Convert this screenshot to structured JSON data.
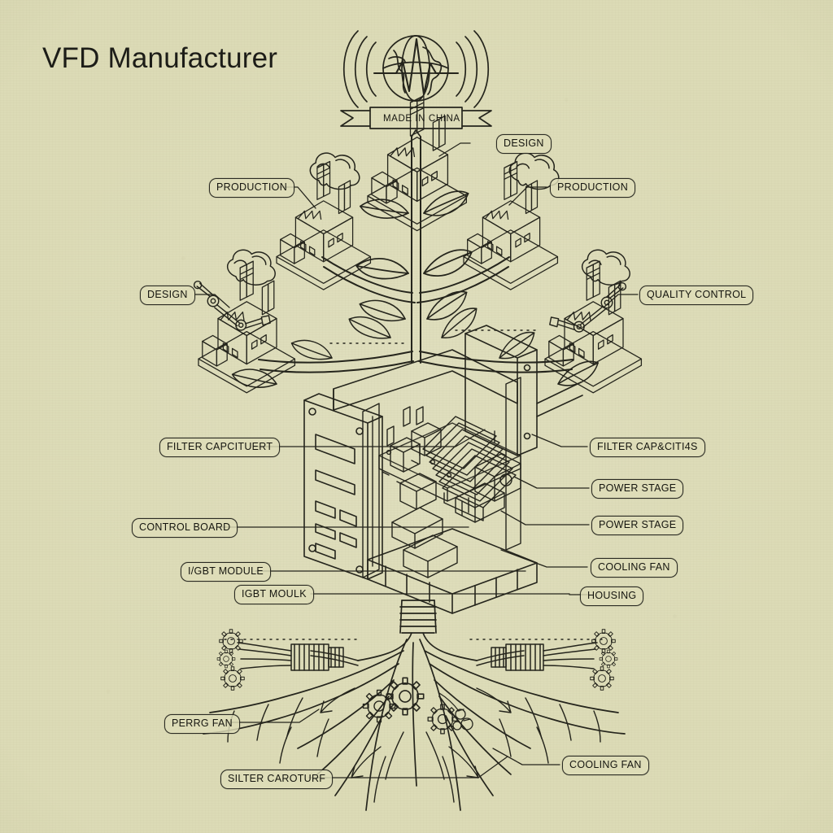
{
  "page": {
    "title": "VFD Manufacturer",
    "background_color": "#dcdbb6",
    "ink_color": "#24241c",
    "style": "isometric technical line illustration on aged paper"
  },
  "emblem": {
    "globe_icon": "globe-icon",
    "signal_waves": "signal-wave-icon",
    "banner_text": "MADE IN CHINA"
  },
  "labels": {
    "design_right": "DESIGN",
    "production_right": "PRODUCTION",
    "production_left": "PRODUCTION",
    "design_left": "DESIGN",
    "quality_control": "QUALITY CONTROL",
    "filter_capacitors_left": "FILTER CAPCITUERT",
    "filter_capacitors_right": "FILTER CAP&CITI4S",
    "power_stage_1": "POWER STAGE",
    "power_stage_2": "POWER STAGE",
    "control_board": "CONTROL BOARD",
    "igbt_module_1": "I/GBT MODULE",
    "igbt_module_2": "IGBT MOULK",
    "cooling_fan_right": "COOLING FAN",
    "housing": "HOUSING",
    "perrg_fan": "PERRG FAN",
    "silter_caroturf": "SILTER CAROTURF",
    "cooling_fan_bottom": "COOLING FAN"
  },
  "illustration_parts": {
    "canopy": [
      "factory-building",
      "smokestack",
      "robot-arm-icon",
      "smoke-cloud",
      "leaf"
    ],
    "center": [
      "vfd-enclosure",
      "heatsink-fins",
      "circuit-board",
      "capacitor",
      "transformer",
      "terminal-block"
    ],
    "roots": [
      "root-system",
      "gear-icon",
      "cable-bundle",
      "cable-connector",
      "coil-spring"
    ]
  }
}
